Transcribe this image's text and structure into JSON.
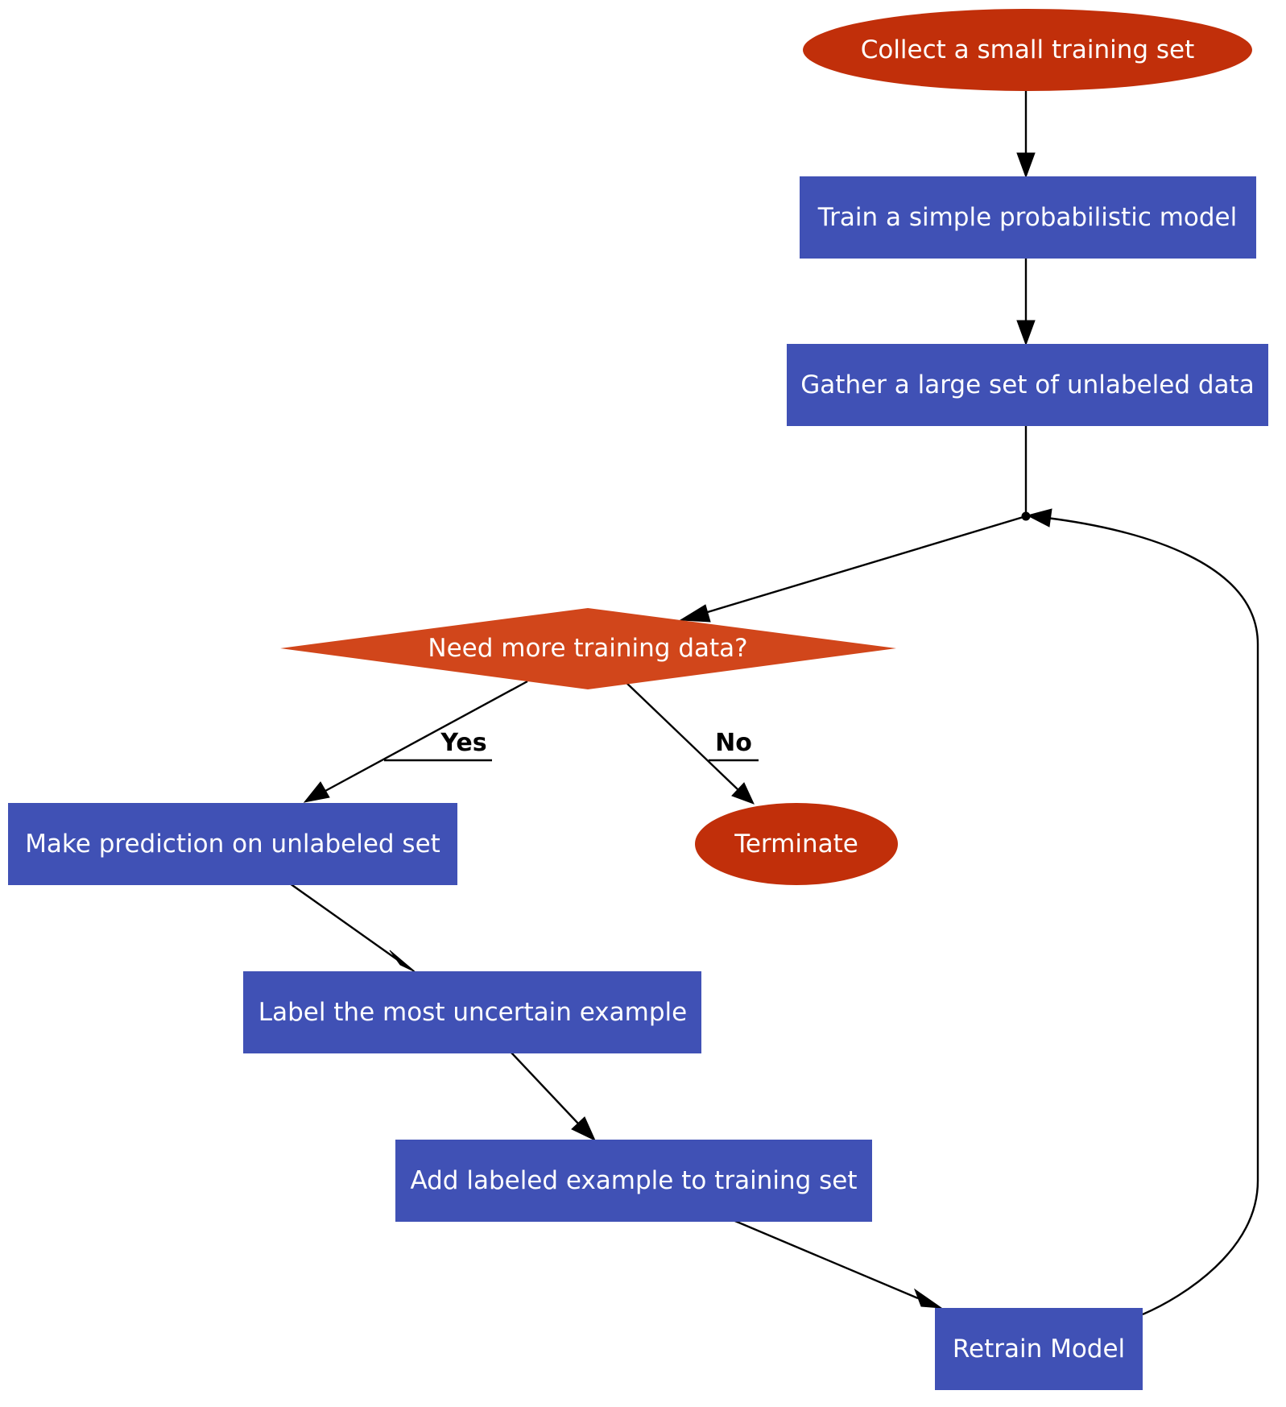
{
  "colors": {
    "process": "#4051b5",
    "terminal": "#c12f0a",
    "decision": "#d1461b",
    "text": "#ffffff",
    "edge": "#000000"
  },
  "nodes": {
    "collect": "Collect a small training set",
    "train": "Train a simple probabilistic model",
    "gather": "Gather a large set of unlabeled data",
    "decision": "Need more training data?",
    "predict": "Make prediction on unlabeled set",
    "terminate": "Terminate",
    "label": "Label the most uncertain example",
    "add": "Add labeled example to training set",
    "retrain": "Retrain Model"
  },
  "edges": {
    "yes": "Yes",
    "no": "No"
  }
}
